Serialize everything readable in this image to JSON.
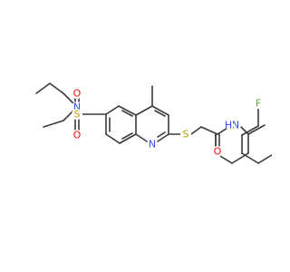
{
  "molecule": {
    "atoms": {
      "N_sulfonamide": "N",
      "S_sulfonyl": "S",
      "O_sulfonyl_top": "O",
      "O_sulfonyl_bottom": "O",
      "N_quinoline": "N",
      "S_thioether": "S",
      "O_carbonyl": "O",
      "N_amide": "N",
      "H_amide": "H",
      "F": "F"
    },
    "colors": {
      "bond": "#3a3a3a",
      "N": "#3050F8",
      "S": "#B8A000",
      "O": "#FF0D0D",
      "F": "#6AA84F",
      "H": "#3050F8"
    }
  }
}
